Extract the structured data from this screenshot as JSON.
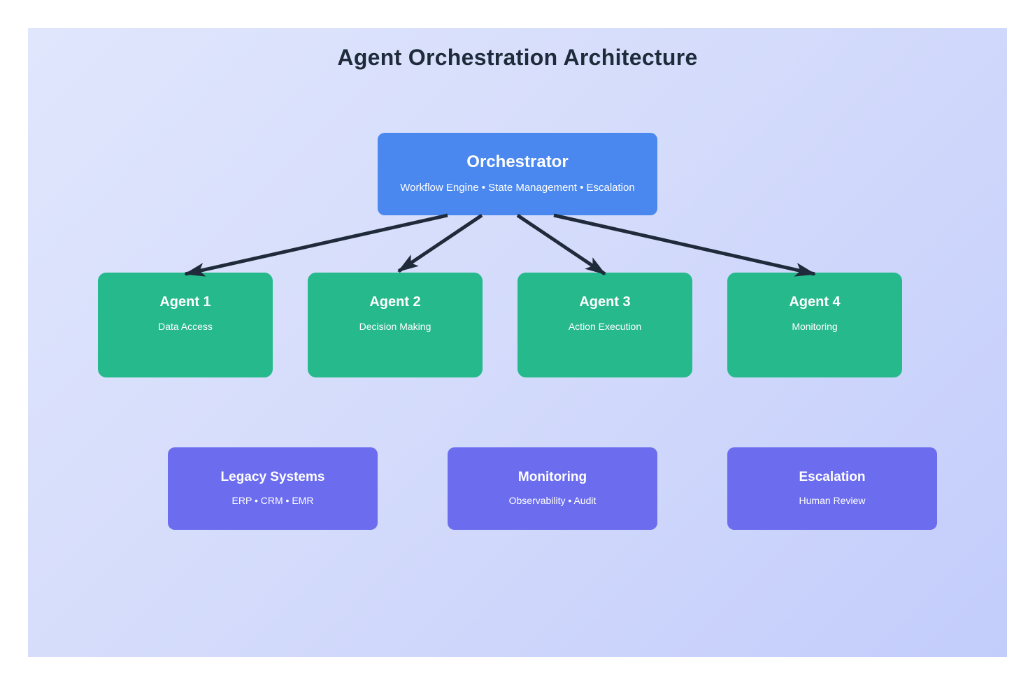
{
  "title": "Agent Orchestration Architecture",
  "colors": {
    "page_background": "#ffffff",
    "canvas_gradient_start": "#e0e6fc",
    "canvas_gradient_end": "#c3cdfb",
    "title_text": "#1e2b3b",
    "orchestrator_fill": "#4a87ee",
    "agent_fill": "#25b98b",
    "integration_fill": "#6c6dee",
    "arrow": "#1f2b3a",
    "node_text": "#ffffff"
  },
  "nodes": {
    "orchestrator": {
      "title": "Orchestrator",
      "subtitle": "Workflow Engine • State Management • Escalation"
    },
    "agents": [
      {
        "title": "Agent 1",
        "subtitle": "Data Access"
      },
      {
        "title": "Agent 2",
        "subtitle": "Decision Making"
      },
      {
        "title": "Agent 3",
        "subtitle": "Action Execution"
      },
      {
        "title": "Agent 4",
        "subtitle": "Monitoring"
      }
    ],
    "integrations": [
      {
        "title": "Legacy Systems",
        "subtitle": "ERP • CRM • EMR"
      },
      {
        "title": "Monitoring",
        "subtitle": "Observability • Audit"
      },
      {
        "title": "Escalation",
        "subtitle": "Human Review"
      }
    ]
  }
}
